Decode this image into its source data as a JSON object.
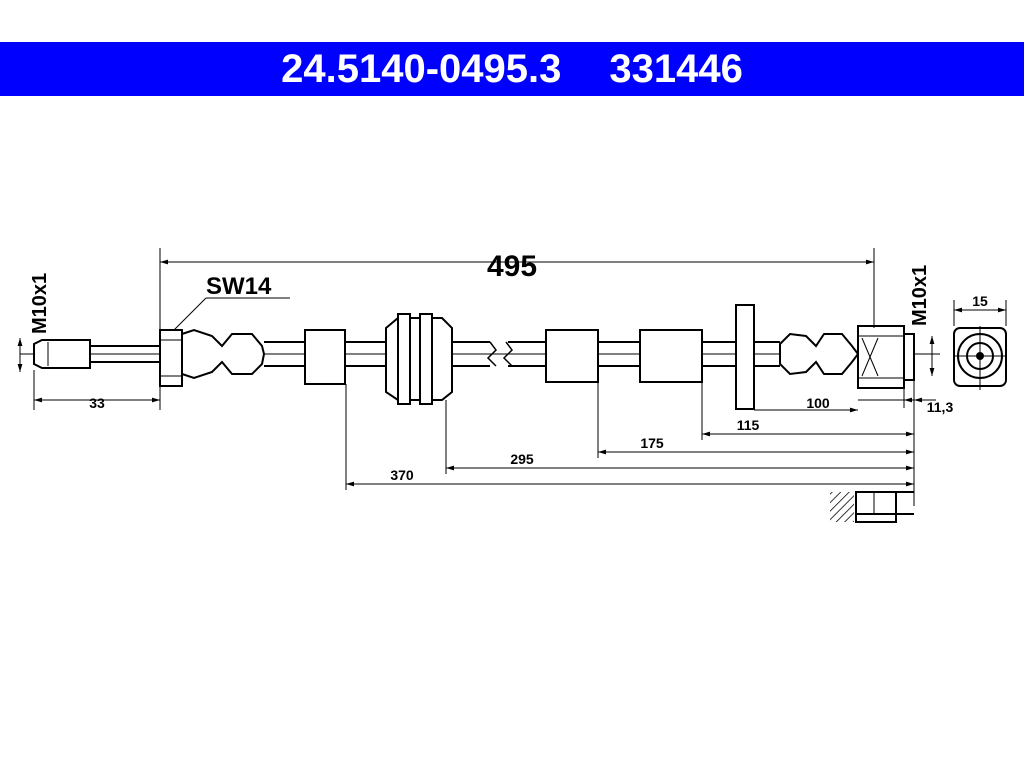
{
  "header": {
    "part_number": "24.5140-0495.3",
    "ref_number": "331446"
  },
  "dimensions": {
    "overall_length": "495",
    "thread_left": "M10x1",
    "thread_right": "M10x1",
    "wrench_size": "SW14",
    "left_thread_length": "33",
    "d100": "100",
    "d11_3": "11,3",
    "d115": "115",
    "d175": "175",
    "d295": "295",
    "d370": "370",
    "end_view_width": "15"
  },
  "colors": {
    "banner": "#0000ff",
    "banner_text": "#ffffff",
    "line": "#000000",
    "hose_fill": "#ffffff"
  }
}
